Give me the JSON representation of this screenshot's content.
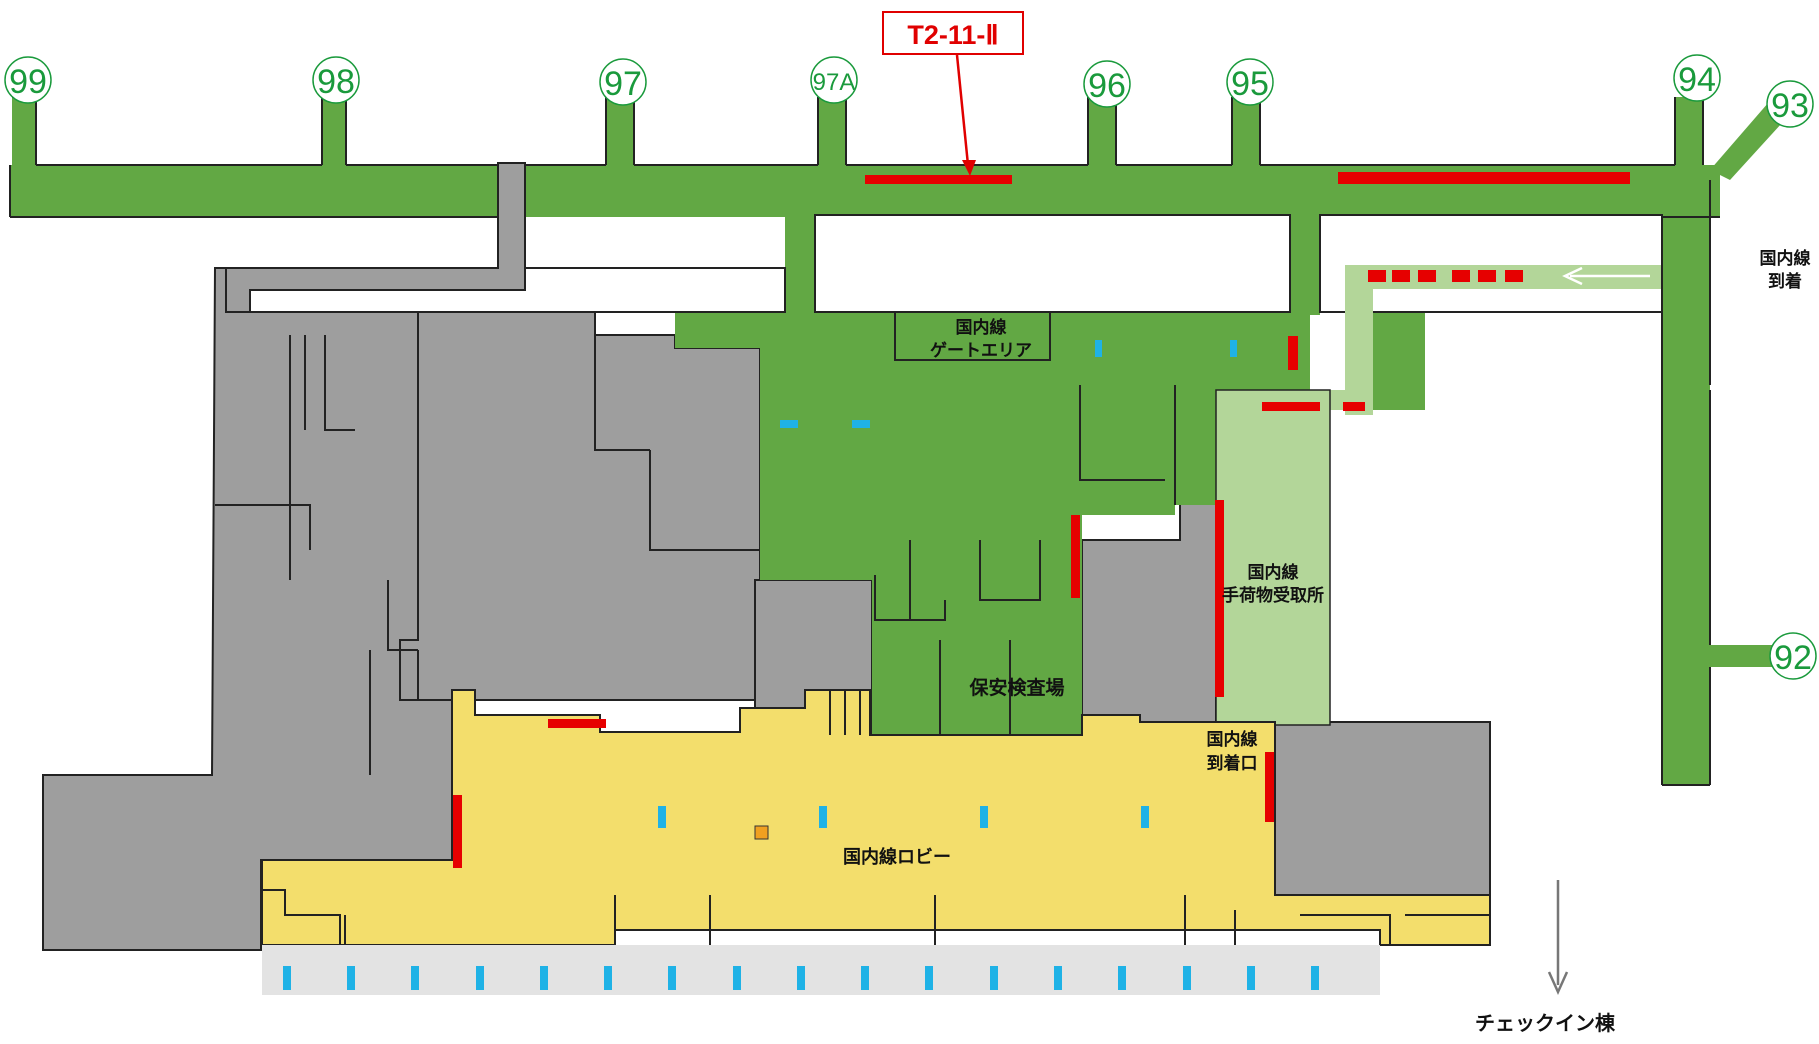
{
  "gates": [
    {
      "label": "99"
    },
    {
      "label": "98"
    },
    {
      "label": "97"
    },
    {
      "label": "97A"
    },
    {
      "label": "96"
    },
    {
      "label": "95"
    },
    {
      "label": "94"
    },
    {
      "label": "93"
    },
    {
      "label": "92"
    }
  ],
  "callout": {
    "label": "T2-11-Ⅱ"
  },
  "areas": {
    "gate_area": {
      "line1": "国内線",
      "line2": "ゲートエリア"
    },
    "security": {
      "label": "保安検査場"
    },
    "baggage_claim": {
      "line1": "国内線",
      "line2": "手荷物受取所"
    },
    "arrival_exit": {
      "line1": "国内線",
      "line2": "到着口"
    },
    "lobby": {
      "label": "国内線ロビー"
    },
    "arrivals": {
      "line1": "国内線",
      "line2": "到着"
    },
    "checkin": {
      "label": "チェックイン棟"
    }
  },
  "colors": {
    "airside": "#62a844",
    "arrival_corridor": "#b3d699",
    "lobby": "#f3de6c",
    "building": "#9e9e9e",
    "curbside": "#e3e3e3",
    "highlight": "#e60000",
    "marker": "#1fb2e6",
    "gate_circle": "#1a9a3c"
  }
}
